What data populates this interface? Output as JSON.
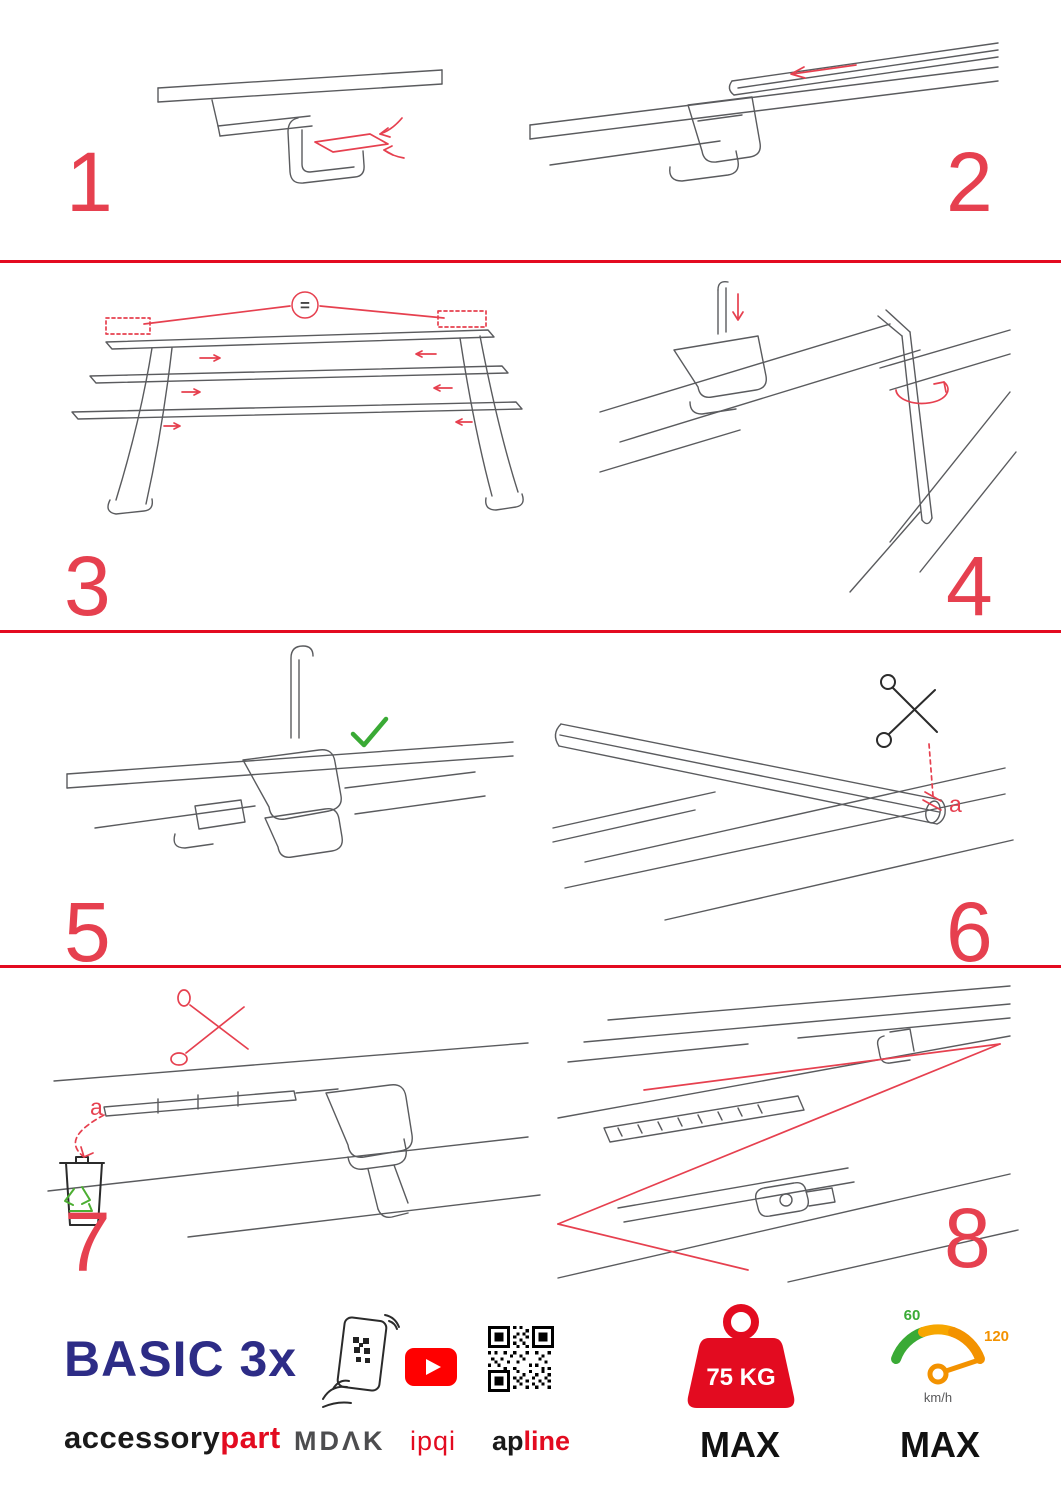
{
  "document": {
    "kind": "roof-rack assembly instructions"
  },
  "colors": {
    "accent_red": "#e30b20",
    "number_red": "#e6404f",
    "brand_blue": "#2d2c86",
    "check_green": "#3aaa35",
    "gauge_green": "#3aaa35",
    "gauge_yellow": "#f7a600",
    "gauge_orange": "#f39200"
  },
  "steps": [
    {
      "number": "1",
      "icons": []
    },
    {
      "number": "2",
      "icons": []
    },
    {
      "number": "3",
      "annotation": "=",
      "icons": [
        "equals-badge"
      ]
    },
    {
      "number": "4",
      "icons": []
    },
    {
      "number": "5",
      "icons": [
        "check-icon"
      ]
    },
    {
      "number": "6",
      "annotation": "a",
      "icons": [
        "scissors-icon"
      ]
    },
    {
      "number": "7",
      "annotation": "a",
      "icons": [
        "scissors-icon",
        "trash-bin-icon",
        "recycle-icon"
      ]
    },
    {
      "number": "8",
      "icons": []
    }
  ],
  "footer": {
    "product_name": "BASIC 3x",
    "brand_prefix": "accessory",
    "brand_suffix": "part",
    "logo_mdak": "MDΛK",
    "logo_ipqi": "ipqi",
    "apline_prefix": "ap",
    "apline_suffix": "line",
    "weight_value": "75 KG",
    "weight_max_label": "MAX",
    "speed_low": "60",
    "speed_high": "120",
    "speed_unit": "km/h",
    "speed_max_label": "MAX",
    "icons": [
      "phone-scan-icon",
      "youtube-icon",
      "qr-code",
      "weight-icon",
      "speedometer-icon"
    ]
  }
}
